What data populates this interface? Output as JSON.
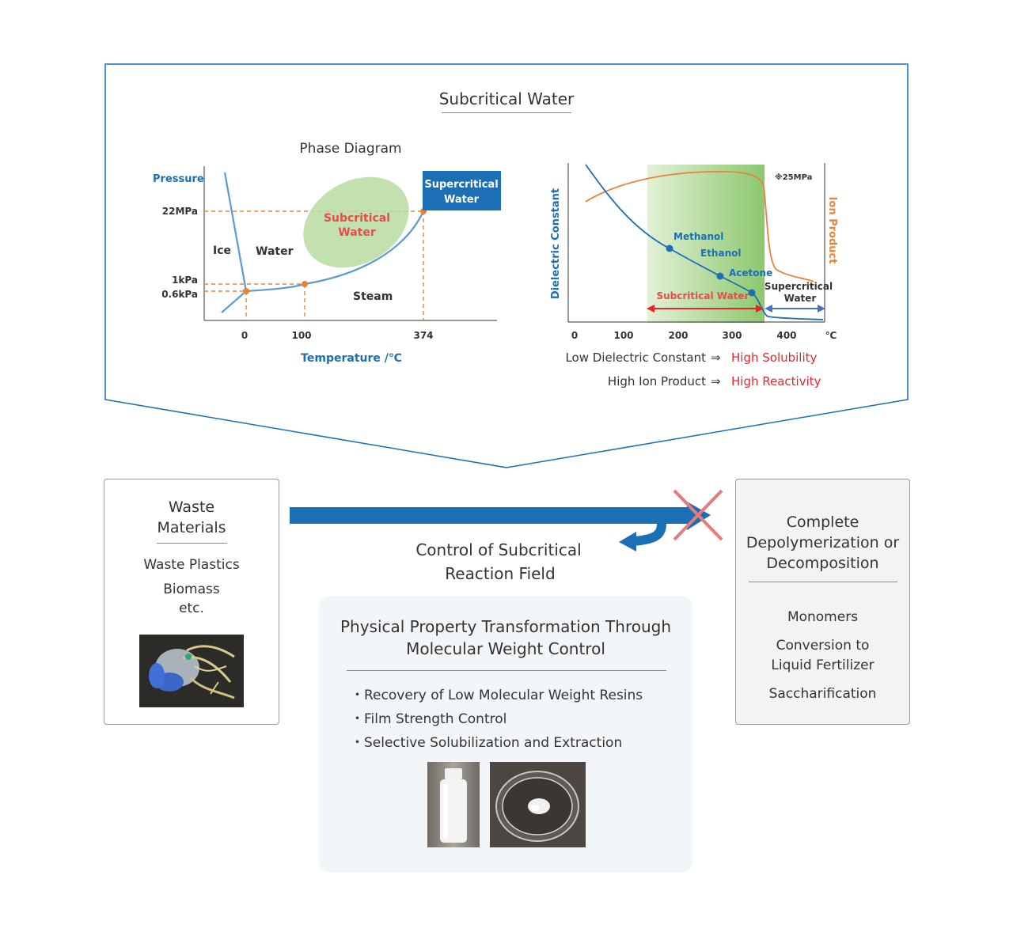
{
  "header": {
    "title": "Subcritical Water"
  },
  "phase_diagram": {
    "title": "Phase Diagram",
    "y_axis_label": "Pressure",
    "x_axis_label": "Temperature /℃",
    "y_ticks": [
      "22MPa",
      "1kPa",
      "0.6kPa"
    ],
    "x_ticks": [
      "0",
      "100",
      "374"
    ],
    "region_labels": {
      "ice": "Ice",
      "water": "Water",
      "steam": "Steam"
    },
    "subcritical_label": [
      "Subcritical",
      "Water"
    ],
    "supercritical_label": [
      "Supercritical",
      "Water"
    ]
  },
  "property_chart": {
    "y_left_label": "Dielectric Constant",
    "y_right_label": "Ion Product",
    "note": "※25MPa",
    "x_ticks": [
      "0",
      "100",
      "200",
      "300",
      "400"
    ],
    "x_unit": "℃",
    "solvent_markers": [
      "Methanol",
      "Ethanol",
      "Acetone"
    ],
    "subcritical_label": "Subcritical Water",
    "supercritical_label": [
      "Supercritical",
      "Water"
    ]
  },
  "conclusions": [
    {
      "cause": "Low Dielectric Constant",
      "arrow": "⇒",
      "effect": "High Solubility"
    },
    {
      "cause": "High Ion Product",
      "arrow": "⇒",
      "effect": "High Reactivity"
    }
  ],
  "waste_box": {
    "title_line1": "Waste",
    "title_line2": "Materials",
    "items": [
      "Waste Plastics",
      "Biomass",
      "etc."
    ]
  },
  "control_label": {
    "line1": "Control of Subcritical",
    "line2": "Reaction Field"
  },
  "result_box": {
    "title_line1": "Complete",
    "title_line2": "Depolymerization or",
    "title_line3": "Decomposition",
    "items": [
      "Monomers",
      "Conversion to",
      "Liquid Fertilizer",
      "Saccharification"
    ]
  },
  "transformation_panel": {
    "title_line1": "Physical Property Transformation Through",
    "title_line2": "Molecular Weight Control",
    "bullet_symbol": "・",
    "bullets": [
      "Recovery of Low Molecular Weight Resins",
      "Film Strength Control",
      "Selective Solubilization and Extraction"
    ]
  },
  "colors": {
    "frame_blue": "#1a6fb5",
    "dielectric_blue": "#1a6fb5",
    "ion_orange": "#e8833a",
    "dashed_orange": "#e8833a",
    "subcritical_red": "#e84b4b",
    "green_fill": "#b8dca0",
    "supercritical_box": "#1a6fb5",
    "cross_red": "#e87a7a",
    "effect_red": "#e8252b",
    "panel_bg": "#f3f6f9"
  }
}
